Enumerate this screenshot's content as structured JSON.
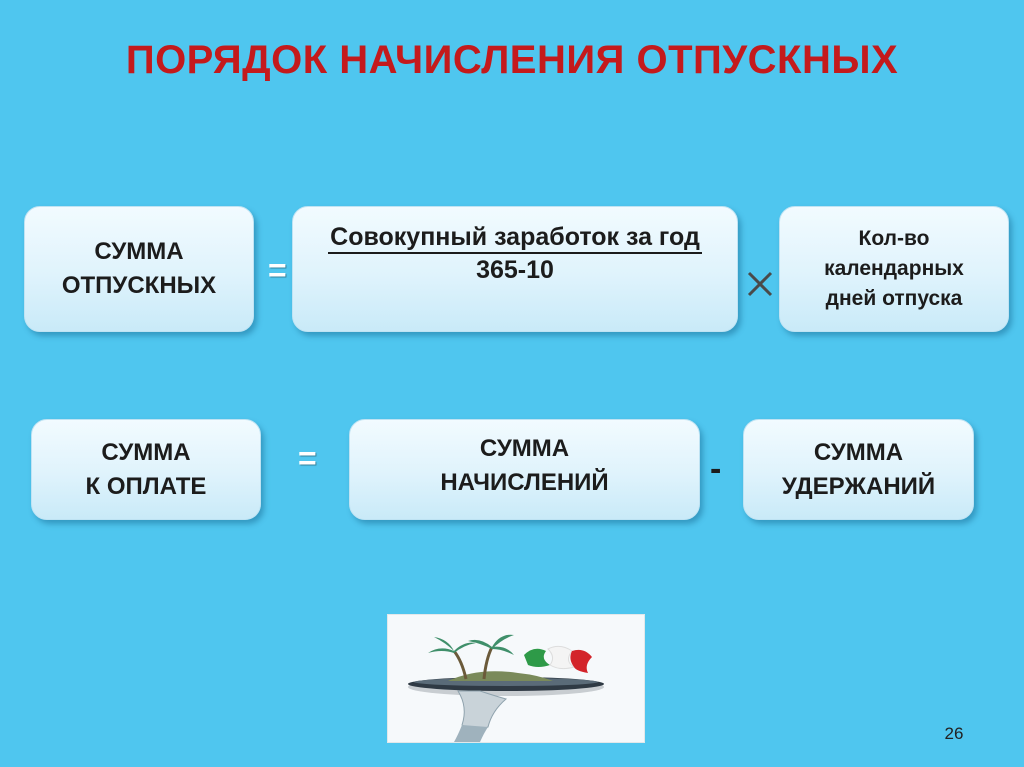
{
  "title": "ПОРЯДОК НАЧИСЛЕНИЯ ОТПУСКНЫХ",
  "row1": {
    "result": {
      "line1": "СУММА",
      "line2": "ОТПУСКНЫХ"
    },
    "equals": "=",
    "fraction": {
      "numerator": "Совокупный заработок за год",
      "denominator": "365-10"
    },
    "times": "×",
    "days": {
      "line1": "Кол-во",
      "line2": "календарных",
      "line3": "дней отпуска"
    }
  },
  "row2": {
    "result": {
      "line1": "СУММА",
      "line2": "К ОПЛАТЕ"
    },
    "equals": "=",
    "accruals": {
      "line1": "СУММА",
      "line2": "НАЧИСЛЕНИЙ"
    },
    "minus": "-",
    "deductions": {
      "line1": "СУММА",
      "line2": "УДЕРЖАНИЙ"
    }
  },
  "page_number": "26",
  "picture": {
    "icon": "palm-island-on-tray-icon"
  },
  "colors": {
    "background": "#4fc6ef",
    "title": "#c41a1c",
    "box": "#e4f5fd"
  }
}
